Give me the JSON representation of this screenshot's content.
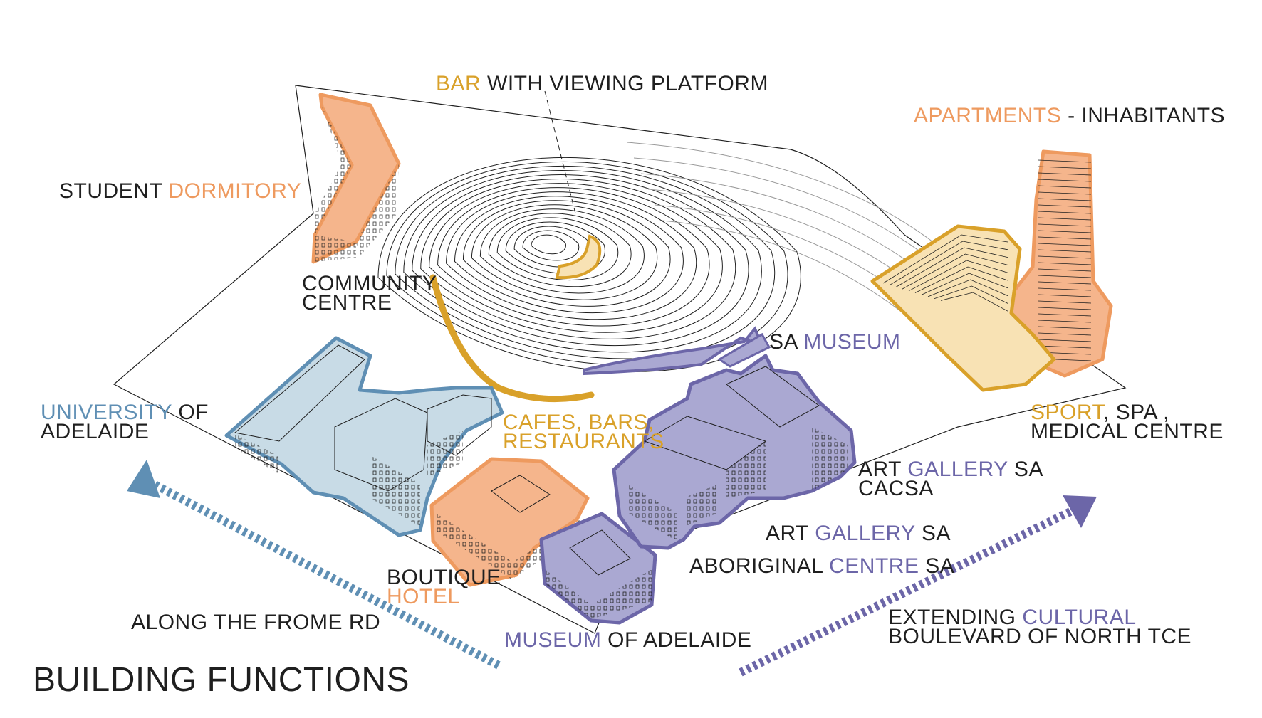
{
  "title": "BUILDING FUNCTIONS",
  "colors": {
    "orange": "#ee9a5f",
    "orange_fill": "#f5b58c",
    "gold": "#d9a12a",
    "gold_fill": "#f8e2b4",
    "blue": "#5f8fb4",
    "blue_fill": "#c8dbe6",
    "purple": "#6c66a8",
    "purple_fill": "#aaa8d2",
    "line": "#1f1f1f"
  },
  "labels": {
    "bar": {
      "hl": "BAR",
      "rest": " WITH VIEWING PLATFORM"
    },
    "apartments": {
      "hl": "APARTMENTS",
      "rest": " - INHABITANTS"
    },
    "dormitory": {
      "pre": "STUDENT ",
      "hl": "DORMITORY"
    },
    "community": {
      "line1": "COMMUNITY",
      "line2": "CENTRE"
    },
    "sa_museum": {
      "pre": "SA ",
      "hl": "MUSEUM"
    },
    "university": {
      "hl": "UNIVERSITY",
      "rest": " OF",
      "line2": "ADELAIDE"
    },
    "cafes": {
      "line1": "CAFES, BARS,",
      "line2": "RESTAURANTS"
    },
    "sport": {
      "hl": "SPORT",
      "rest": ", SPA ,",
      "line2": "MEDICAL CENTRE"
    },
    "art_gallery_cacsa": {
      "pre": "ART ",
      "hl": "GALLERY",
      "rest": " SA",
      "line2": "CACSA"
    },
    "art_gallery": {
      "pre": "ART ",
      "hl": "GALLERY",
      "rest": " SA"
    },
    "aboriginal": {
      "pre": "ABORIGINAL ",
      "hl": "CENTRE",
      "rest": " SA"
    },
    "boutique": {
      "line1": "BOUTIQUE",
      "hl": "HOTEL"
    },
    "frome": "ALONG THE FROME RD",
    "museum_adelaide": {
      "hl": "MUSEUM",
      "rest": " OF ADELAIDE"
    },
    "boulevard": {
      "pre": "EXTENDING ",
      "hl": "CULTURAL",
      "line2": "BOULEVARD OF NORTH TCE"
    }
  }
}
